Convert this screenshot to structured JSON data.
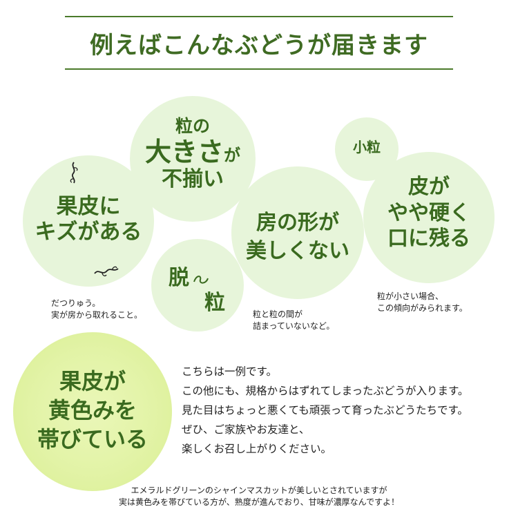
{
  "header": {
    "title": "例えばこんなぶどうが届きます"
  },
  "circles": {
    "size_uneven": {
      "line1": "粒の",
      "line2a": "大きさ",
      "line2b": "が",
      "line3": "不揃い"
    },
    "skin_scratch": {
      "line1": "果皮に",
      "line2": "キズがある"
    },
    "shape_bad": {
      "line1": "房の形が",
      "line2": "美しくない"
    },
    "small_grain": {
      "label": "小粒"
    },
    "hard_skin": {
      "line1": "皮が",
      "line2": "やや硬く",
      "line3": "口に残る"
    },
    "fall_off": {
      "part1": "脱",
      "part2": "粒"
    },
    "yellow_skin": {
      "line1": "果皮が",
      "line2": "黄色みを",
      "line3": "帯びている"
    }
  },
  "notes": {
    "fall_off_note_line1": "だつりゅう。",
    "fall_off_note_line2": "実が房から取れること。",
    "shape_note_line1": "粒と粒の間が",
    "shape_note_line2": "詰まっていないなど。",
    "hard_note_line1": "粒が小さい場合、",
    "hard_note_line2": "この傾向がみられます。"
  },
  "description": [
    "こちらは一例です。",
    "この他にも、規格からはずれてしまったぶどうが入ります。",
    "見た目はちょっと悪くても頑張って育ったぶどうたちです。",
    "ぜひ、ご家族やお友達と、",
    "楽しくお召し上がりください。"
  ],
  "footer": {
    "line1": "エメラルドグリーンのシャインマスカットが美しいとされていますが",
    "line2": "実は黄色みを帯びている方が、熟度が進んでおり、甘味が濃厚なんですよ！"
  },
  "colors": {
    "accent_green": "#3f6b23",
    "circle_fill": "#e7f5da",
    "yellow_fill": "#e2f3a6"
  }
}
